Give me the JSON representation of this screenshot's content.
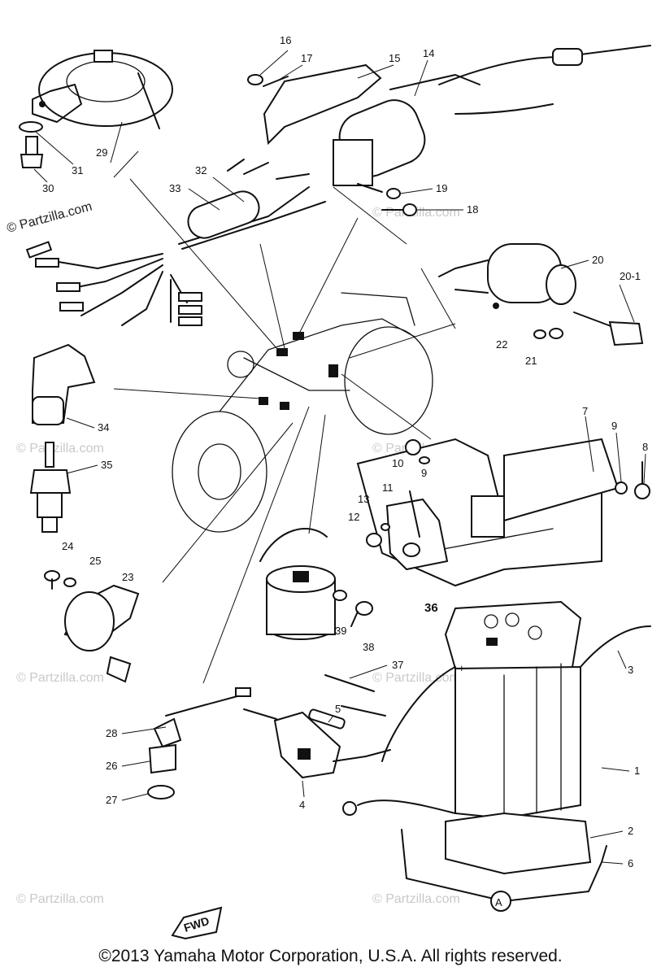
{
  "watermarks": {
    "main": "© Partzilla.com",
    "faint": "© Partzilla.com"
  },
  "callouts": {
    "c1": "1",
    "c2": "2",
    "c3": "3",
    "c4": "4",
    "c5": "5",
    "c6": "6",
    "c7": "7",
    "c8": "8",
    "c9a": "9",
    "c9b": "9",
    "c10": "10",
    "c11": "11",
    "c12": "12",
    "c13": "13",
    "c14": "14",
    "c15": "15",
    "c16": "16",
    "c17": "17",
    "c18": "18",
    "c19": "19",
    "c20": "20",
    "c20_1": "20-1",
    "c21": "21",
    "c22": "22",
    "c23": "23",
    "c24": "24",
    "c25": "25",
    "c26": "26",
    "c27": "27",
    "c28": "28",
    "c29": "29",
    "c30": "30",
    "c31": "31",
    "c32": "32",
    "c33": "33",
    "c34": "34",
    "c35": "35",
    "c36": "36",
    "c37": "37",
    "c38": "38",
    "c39": "39"
  },
  "fwd_label": "FWD",
  "battery_marks": {
    "plus": "+",
    "circle_a": "A"
  },
  "copyright": "©2013 Yamaha Motor Corporation, U.S.A. All rights reserved."
}
